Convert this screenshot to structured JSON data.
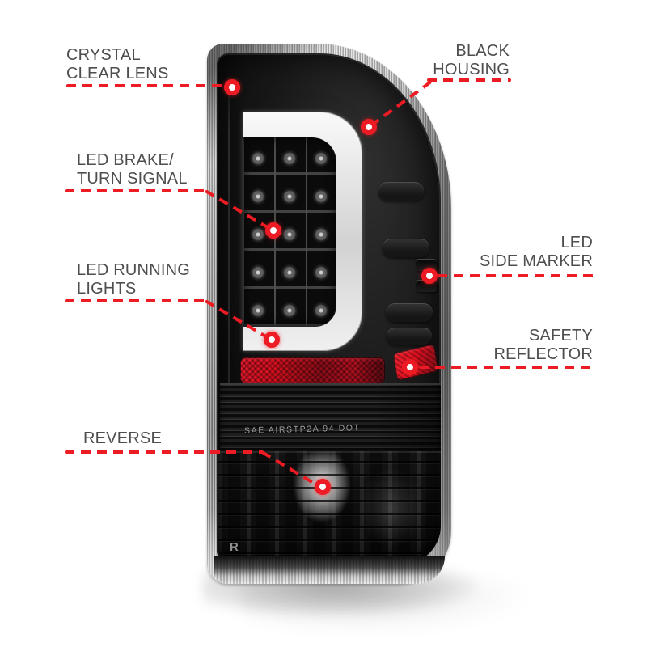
{
  "figure": {
    "description": "Annotated LED tail light product diagram",
    "background_color": "#ffffff"
  },
  "colors": {
    "accent_red": "#ED1C24",
    "label_gray": "#4E4E50",
    "reflector_red": "#D8101F",
    "housing_black": "#141414"
  },
  "callouts": {
    "crystal_clear_lens": {
      "label": "CRYSTAL\nCLEAR LENS"
    },
    "black_housing": {
      "label": "BLACK\nHOUSING"
    },
    "led_brake_turn_signal": {
      "label": "LED BRAKE/\nTURN SIGNAL"
    },
    "led_running_lights": {
      "label": "LED RUNNING\nLIGHTS"
    },
    "led_side_marker": {
      "label": "LED\nSIDE MARKER"
    },
    "safety_reflector": {
      "label": "SAFETY\nREFLECTOR"
    },
    "reverse": {
      "label": "REVERSE"
    }
  },
  "product_markings": {
    "lens_text": "SAE AIRSTP2A 94 DOT",
    "reverse_lens_letter": "R"
  }
}
